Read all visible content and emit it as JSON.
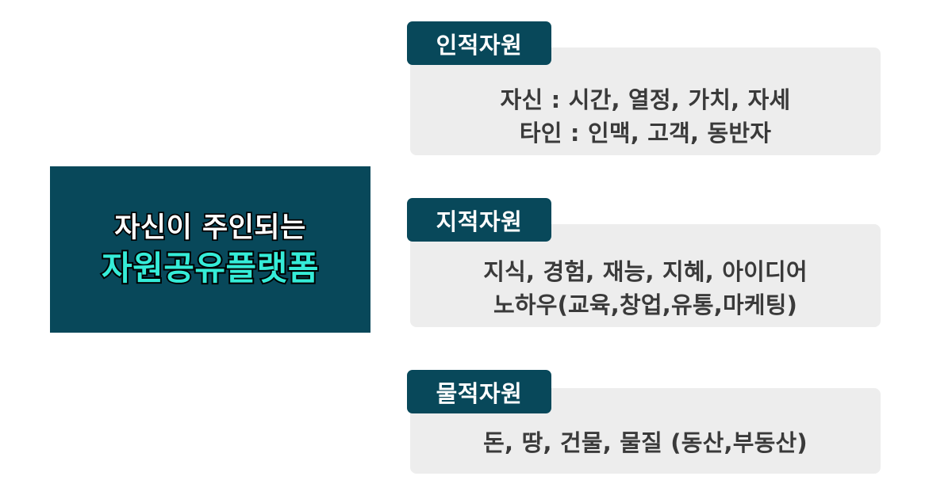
{
  "colors": {
    "dark_teal": "#08485a",
    "mint_accent": "#35ecd8",
    "body_gray": "#ededed",
    "body_text": "#3a3a3a",
    "white": "#ffffff",
    "page_background": "#ffffff"
  },
  "hero": {
    "line1": "자신이 주인되는",
    "line2": "자원공유플랫폼"
  },
  "sections": [
    {
      "tag": "인적자원",
      "lines": [
        "자신 : 시간, 열정, 가치, 자세",
        "타인 : 인맥, 고객, 동반자"
      ]
    },
    {
      "tag": "지적자원",
      "lines": [
        "지식, 경험, 재능, 지혜, 아이디어",
        "노하우(교육,창업,유통,마케팅)"
      ]
    },
    {
      "tag": "물적자원",
      "lines": [
        "돈, 땅, 건물, 물질 (동산,부동산)"
      ]
    }
  ]
}
